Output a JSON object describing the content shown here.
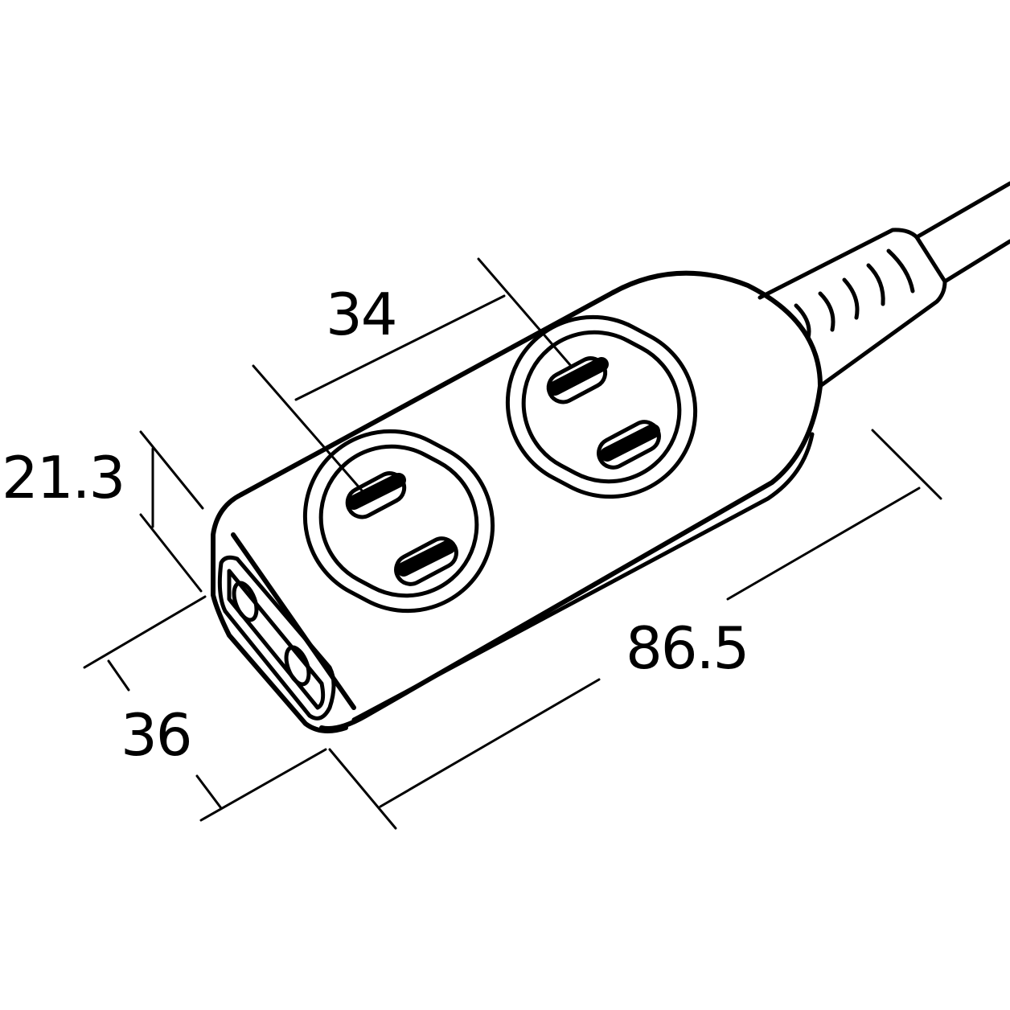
{
  "diagram": {
    "subject": "power strip with 2 outlets plus end outlet",
    "dimensions": {
      "top_spacing": "34",
      "height": "21.3",
      "width": "36",
      "length": "86.5"
    },
    "colors": {
      "line": "#000000",
      "background": "#ffffff"
    }
  }
}
